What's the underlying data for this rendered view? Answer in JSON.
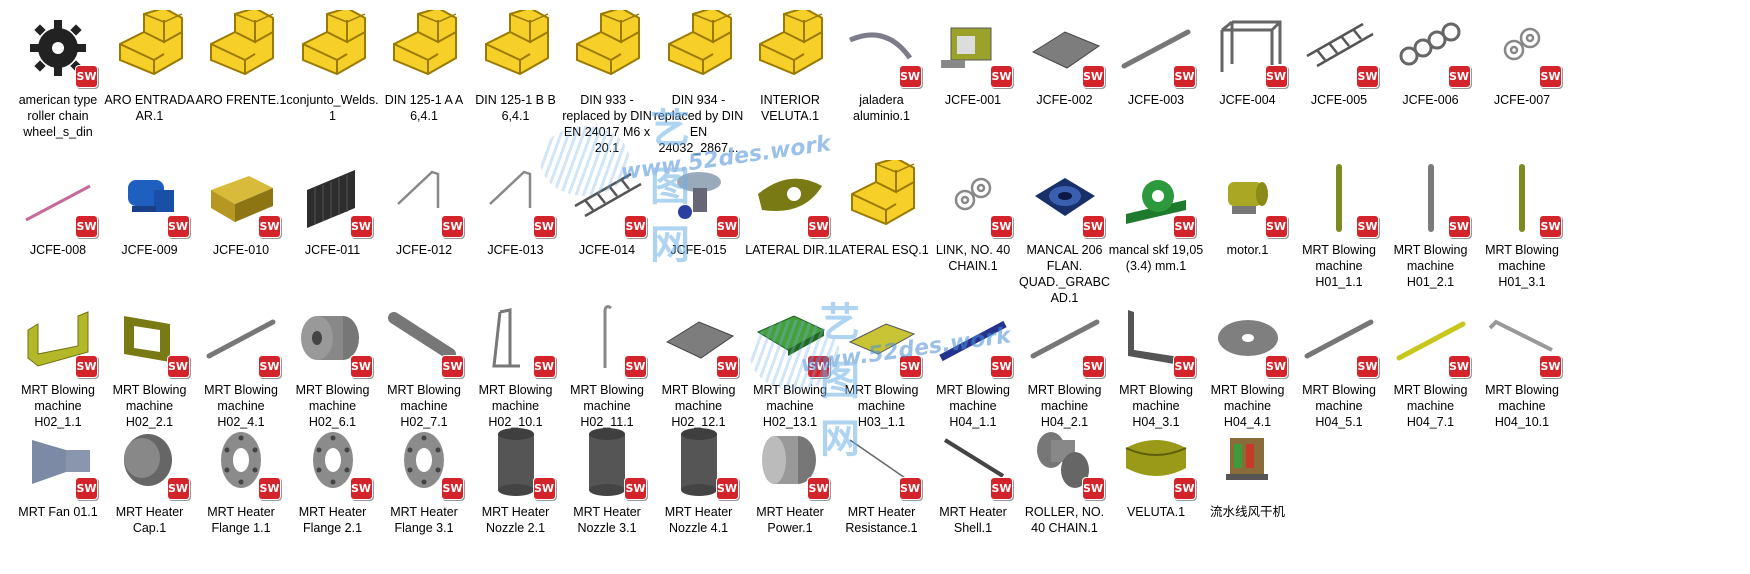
{
  "rows": [
    [
      {
        "label": "american type roller chain wheel_s_din",
        "icon": "gear",
        "sw": true
      },
      {
        "label": "ARO ENTRADA AR.1",
        "icon": "assembly",
        "sw": false
      },
      {
        "label": "ARO FRENTE.1",
        "icon": "assembly",
        "sw": false
      },
      {
        "label": "conjunto_Welds.1",
        "icon": "assembly",
        "sw": false
      },
      {
        "label": "DIN 125-1 A A 6,4.1",
        "icon": "assembly",
        "sw": false
      },
      {
        "label": "DIN 125-1 B B 6,4.1",
        "icon": "assembly",
        "sw": false
      },
      {
        "label": "DIN 933 - replaced by DIN EN 24017 M6 x 20.1",
        "icon": "assembly",
        "sw": false
      },
      {
        "label": "DIN 934 - replaced by DIN EN 24032_2867...",
        "icon": "assembly",
        "sw": false
      },
      {
        "label": "INTERIOR VELUTA.1",
        "icon": "assembly",
        "sw": false
      },
      {
        "label": "jaladera aluminio.1",
        "icon": "arc",
        "sw": true
      },
      {
        "label": "JCFE-001",
        "icon": "box",
        "sw": true
      },
      {
        "label": "JCFE-002",
        "icon": "plate",
        "sw": true
      },
      {
        "label": "JCFE-003",
        "icon": "rod",
        "sw": true
      },
      {
        "label": "JCFE-004",
        "icon": "frame",
        "sw": true
      },
      {
        "label": "JCFE-005",
        "icon": "rail",
        "sw": true
      },
      {
        "label": "JCFE-006",
        "icon": "chain",
        "sw": true
      },
      {
        "label": "JCFE-007",
        "icon": "link",
        "sw": true
      }
    ],
    [
      {
        "label": "JCFE-008",
        "icon": "pinkrod",
        "sw": true
      },
      {
        "label": "JCFE-009",
        "icon": "bluemotor",
        "sw": true
      },
      {
        "label": "JCFE-010",
        "icon": "yellowbox",
        "sw": true
      },
      {
        "label": "JCFE-011",
        "icon": "fins",
        "sw": true
      },
      {
        "label": "JCFE-012",
        "icon": "bentrod",
        "sw": true
      },
      {
        "label": "JCFE-013",
        "icon": "bentrod",
        "sw": true
      },
      {
        "label": "JCFE-014",
        "icon": "rail",
        "sw": true
      },
      {
        "label": "JCFE-015",
        "icon": "pump",
        "sw": true
      },
      {
        "label": "LATERAL DIR.1",
        "icon": "volute",
        "sw": true
      },
      {
        "label": "LATERAL ESQ.1",
        "icon": "assembly",
        "sw": false
      },
      {
        "label": "LINK, NO. 40 CHAIN.1",
        "icon": "link",
        "sw": true
      },
      {
        "label": "MANCAL 206 FLAN. QUAD._GRABCAD.1",
        "icon": "bearing",
        "sw": true
      },
      {
        "label": "mancal skf 19,05 (3.4) mm.1",
        "icon": "pillow",
        "sw": true
      },
      {
        "label": "motor.1",
        "icon": "motor",
        "sw": true
      },
      {
        "label": "MRT Blowing machine H01_1.1",
        "icon": "greenstick",
        "sw": true
      },
      {
        "label": "MRT Blowing machine H01_2.1",
        "icon": "graystick",
        "sw": true
      },
      {
        "label": "MRT Blowing machine H01_3.1",
        "icon": "greenstick",
        "sw": true
      }
    ],
    [
      {
        "label": "MRT Blowing machine H02_1.1",
        "icon": "channel",
        "sw": true
      },
      {
        "label": "MRT Blowing machine H02_2.1",
        "icon": "oliveframe",
        "sw": true
      },
      {
        "label": "MRT Blowing machine H02_4.1",
        "icon": "rod",
        "sw": true
      },
      {
        "label": "MRT Blowing machine H02_6.1",
        "icon": "roller",
        "sw": true
      },
      {
        "label": "MRT Blowing machine H02_7.1",
        "icon": "shaft",
        "sw": true
      },
      {
        "label": "MRT Blowing machine H02_10.1",
        "icon": "ubend",
        "sw": true
      },
      {
        "label": "MRT Blowing machine H02_11.1",
        "icon": "hook",
        "sw": true
      },
      {
        "label": "MRT Blowing machine H02_12.1",
        "icon": "plate",
        "sw": true
      },
      {
        "label": "MRT Blowing machine H02_13.1",
        "icon": "greenplate",
        "sw": true
      },
      {
        "label": "MRT Blowing machine H03_1.1",
        "icon": "oliveplate",
        "sw": true
      },
      {
        "label": "MRT Blowing machine H04_1.1",
        "icon": "bluebar",
        "sw": true
      },
      {
        "label": "MRT Blowing machine H04_2.1",
        "icon": "rod",
        "sw": true
      },
      {
        "label": "MRT Blowing machine H04_3.1",
        "icon": "bracket",
        "sw": true
      },
      {
        "label": "MRT Blowing machine H04_4.1",
        "icon": "disc",
        "sw": true
      },
      {
        "label": "MRT Blowing machine H04_5.1",
        "icon": "rod",
        "sw": true
      },
      {
        "label": "MRT Blowing machine H04_7.1",
        "icon": "yellowrod",
        "sw": true
      },
      {
        "label": "MRT Blowing machine H04_10.1",
        "icon": "hookrod",
        "sw": true
      }
    ],
    [
      {
        "label": "MRT Fan 01.1",
        "icon": "fan",
        "sw": true
      },
      {
        "label": "MRT Heater Cap.1",
        "icon": "cap",
        "sw": true
      },
      {
        "label": "MRT Heater Flange 1.1",
        "icon": "flange",
        "sw": true
      },
      {
        "label": "MRT Heater Flange 2.1",
        "icon": "flange",
        "sw": true
      },
      {
        "label": "MRT Heater Flange 3.1",
        "icon": "flange",
        "sw": true
      },
      {
        "label": "MRT Heater Nozzle 2.1",
        "icon": "cylinder",
        "sw": true
      },
      {
        "label": "MRT Heater Nozzle 3.1",
        "icon": "cylinder",
        "sw": true
      },
      {
        "label": "MRT Heater Nozzle 4.1",
        "icon": "cylinder",
        "sw": true
      },
      {
        "label": "MRT Heater Power.1",
        "icon": "drum",
        "sw": true
      },
      {
        "label": "MRT Heater Resistance.1",
        "icon": "wire",
        "sw": true
      },
      {
        "label": "MRT Heater Shell.1",
        "icon": "stick",
        "sw": true
      },
      {
        "label": "ROLLER, NO. 40 CHAIN.1",
        "icon": "spool",
        "sw": true
      },
      {
        "label": "VELUTA.1",
        "icon": "band",
        "sw": true
      },
      {
        "label": "流水线风干机",
        "icon": "machine",
        "sw": false
      }
    ]
  ],
  "sw_badge": "SW",
  "watermark": {
    "cn": "艺图网",
    "url": "www.52des.work"
  }
}
